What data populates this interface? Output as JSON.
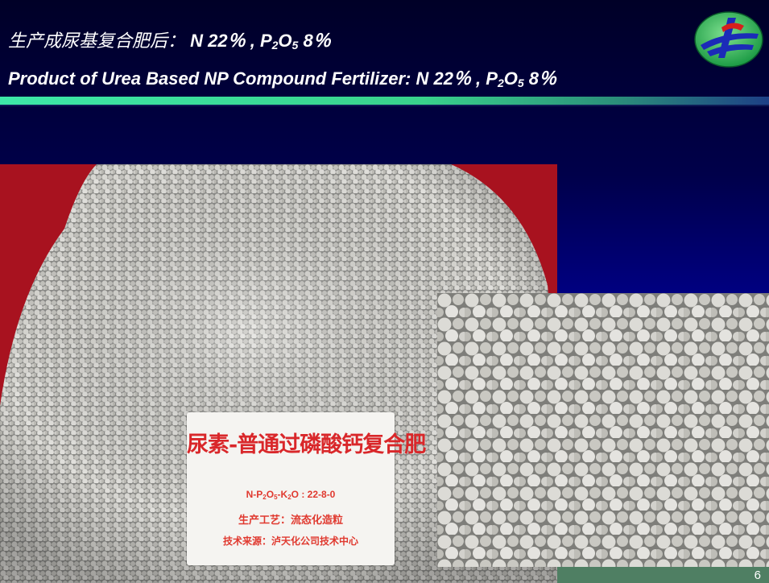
{
  "title": {
    "zh_prefix": "生产成尿基复合肥后：",
    "zh_n": "N 22％ , P",
    "zh_o": "O",
    "zh_end": " 8％",
    "en_pre": "Product of Urea Based NP Compound Fertilizer: N 22％ , P",
    "en_o": "O",
    "en_end": " 8％",
    "sub2": "2",
    "sub5": "5"
  },
  "sign": {
    "title": "尿素-普通过磷酸钙复合肥",
    "formula_n": "N-P",
    "formula_o": "O",
    "formula_k": "-K",
    "formula_o2": "O : 22-8-0",
    "sub2": "2",
    "sub5": "5",
    "process": "生产工艺：流态化造粒",
    "source": "技术来源：泸天化公司技术中心"
  },
  "page_number": "6",
  "colors": {
    "background": "#00004a",
    "rule": "#39d28c",
    "sign_text": "#d9272a",
    "page_box": "#4f7f63"
  }
}
